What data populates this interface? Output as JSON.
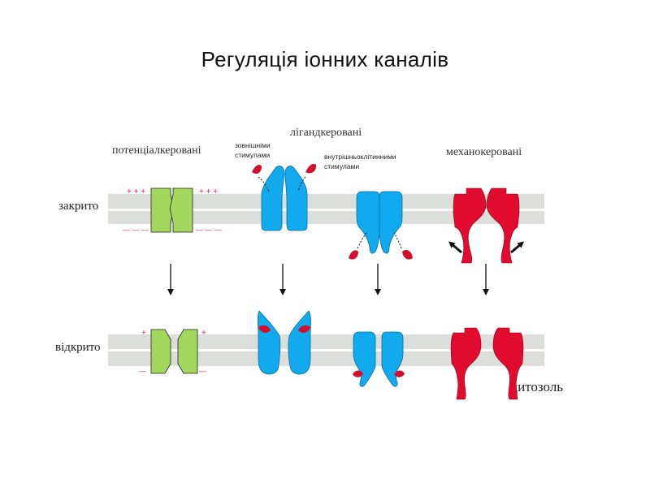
{
  "title": "Регуляція іонних каналів",
  "labels": {
    "voltage_gated": "потенціалкеровані",
    "ligand_gated": "лігандкеровані",
    "mechano_gated": "механокеровані",
    "external_line1": "зовнішніми",
    "external_line2": "стимулами",
    "internal_line1": "внутрішньоклітинними",
    "internal_line2": "стимулами",
    "closed": "закрито",
    "open": "відкрито",
    "cytosol": "цитозоль"
  },
  "charges": {
    "plus_three": "+ + +",
    "minus_three": "— — —",
    "plus_one": "+",
    "minus_one": "—"
  },
  "colors": {
    "membrane": "#dcdedc",
    "voltage_channel": "#a2d65c",
    "ligand_channel": "#11aaee",
    "mechano_channel": "#e00b2e",
    "ligand": "#d0102c",
    "charge": "#e0245a",
    "arrow": "#111111"
  }
}
